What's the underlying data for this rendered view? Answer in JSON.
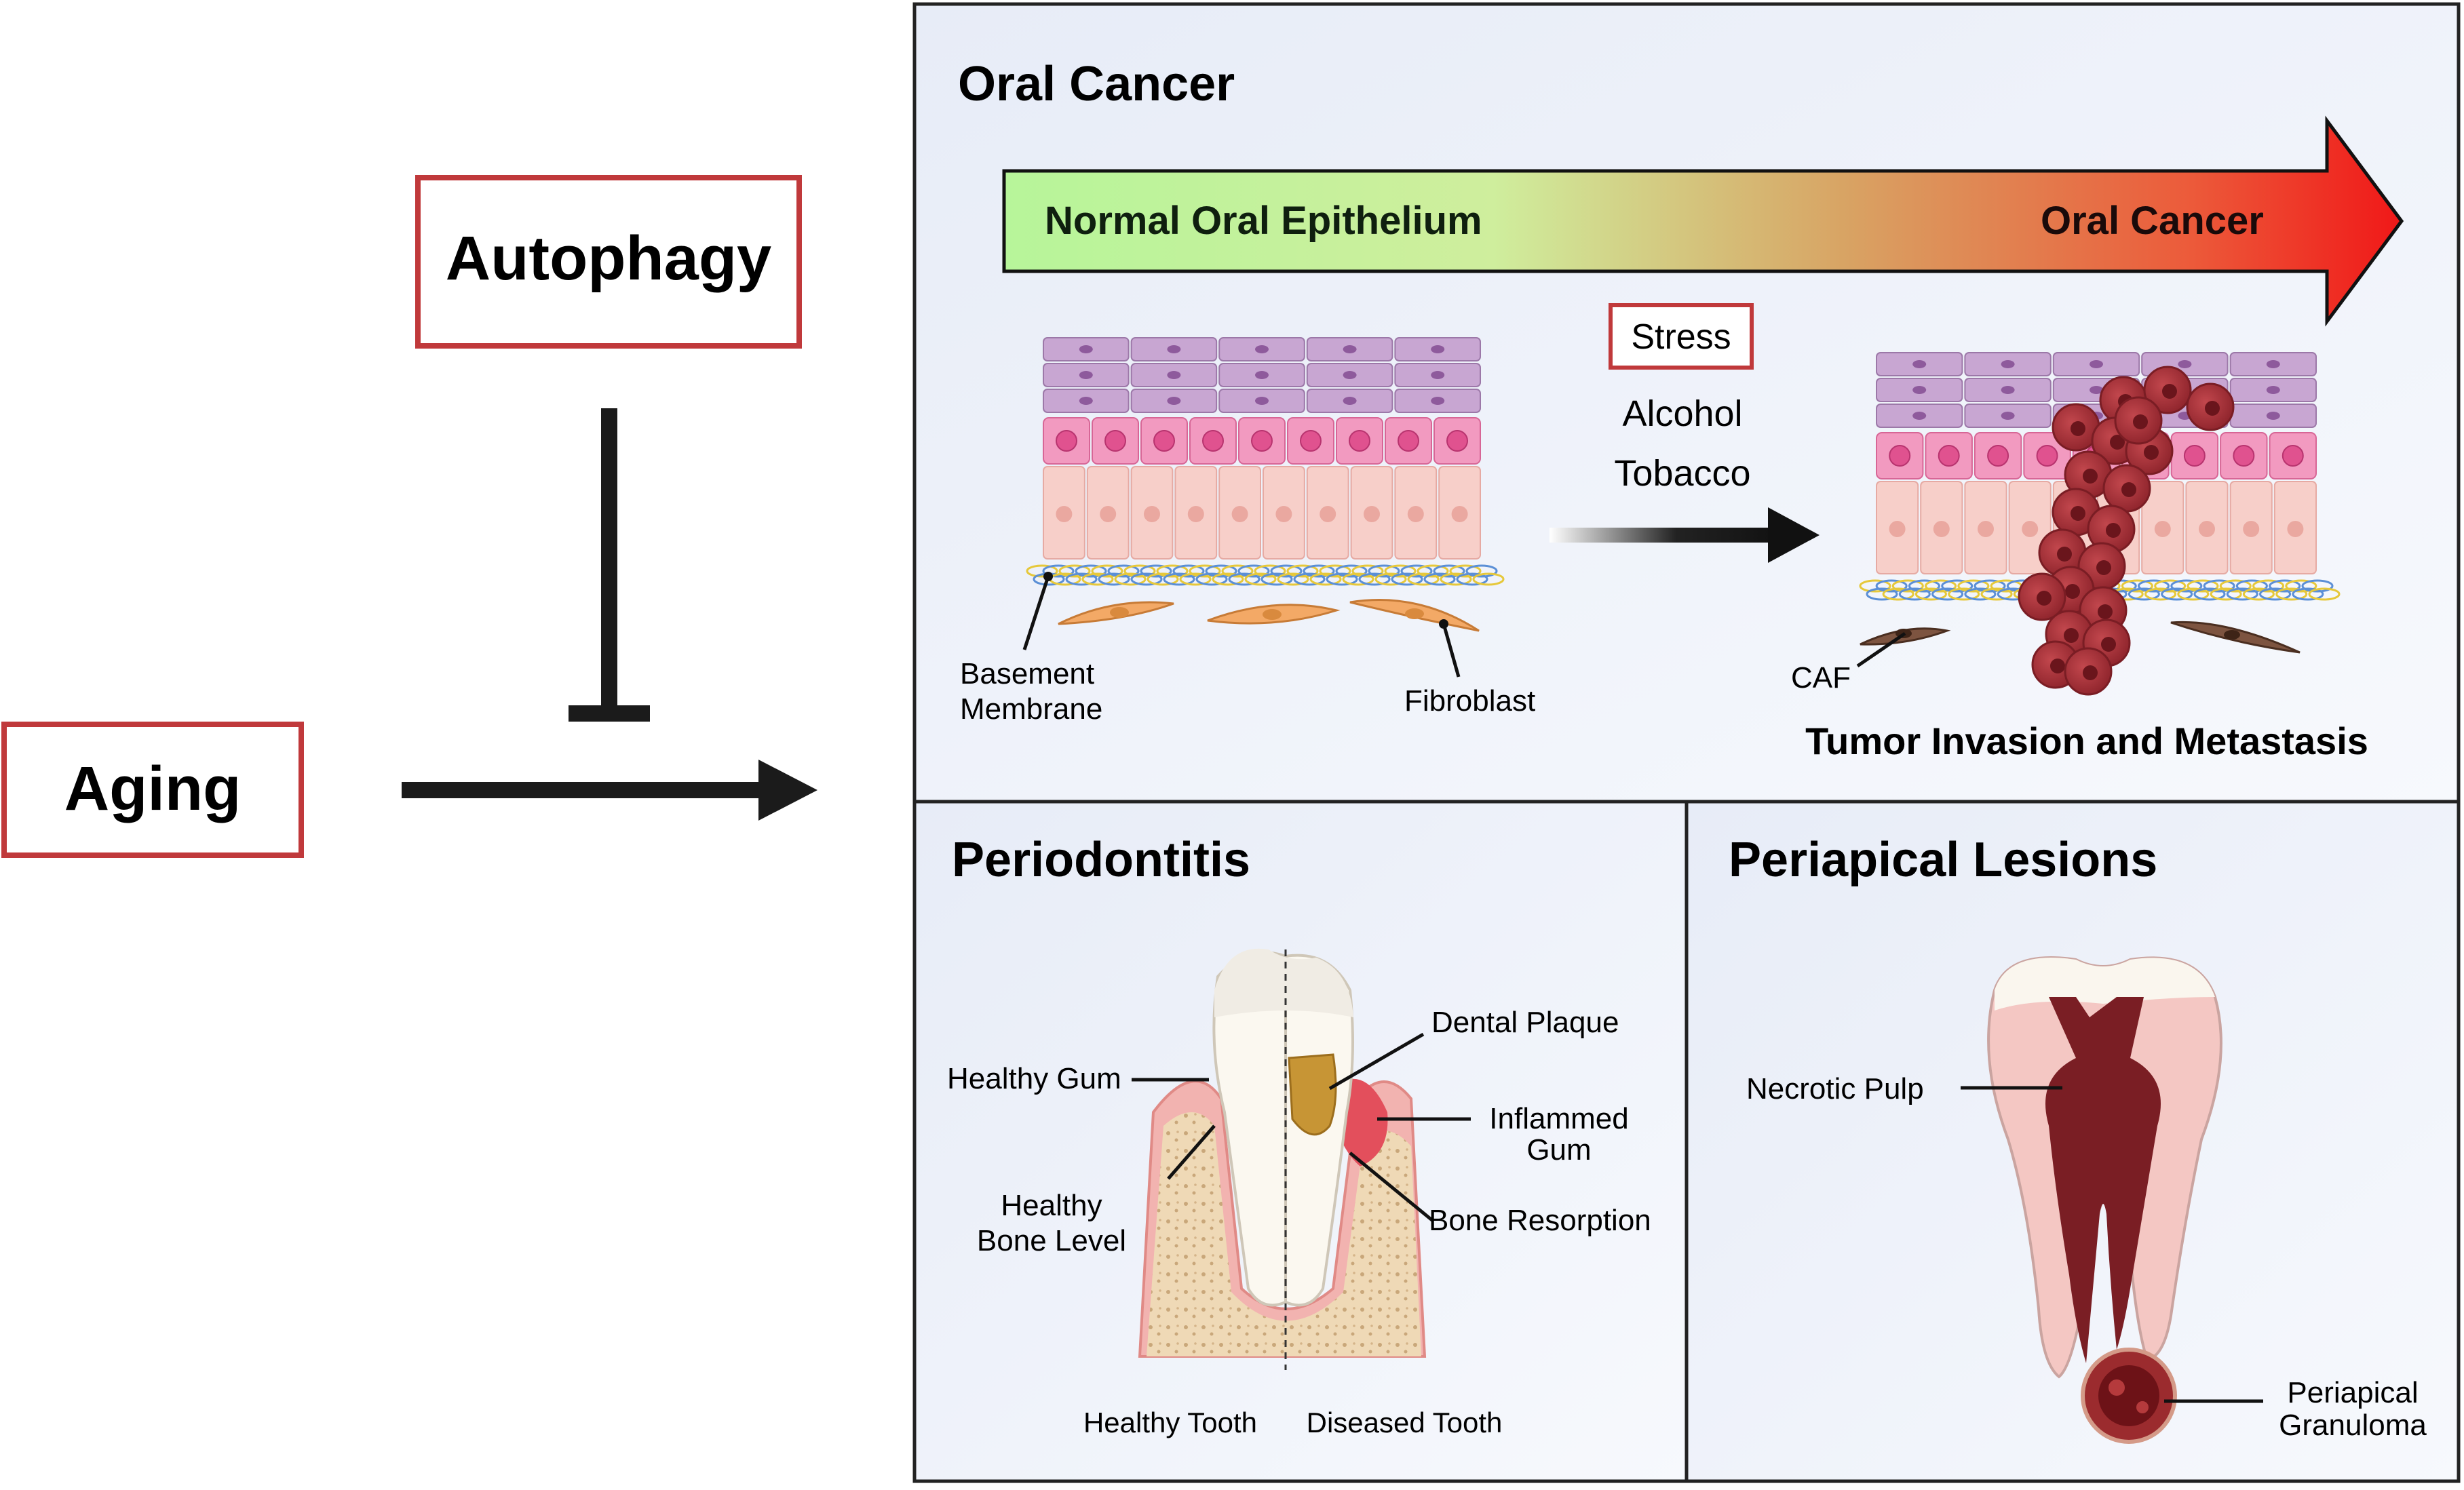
{
  "left": {
    "autophagy": "Autophagy",
    "aging": "Aging"
  },
  "oral_cancer": {
    "title": "Oral Cancer",
    "gradient_start": "Normal Oral Epithelium",
    "gradient_end": "Oral Cancer",
    "stress": "Stress",
    "alcohol": "Alcohol",
    "tobacco": "Tobacco",
    "basement_1": "Basement",
    "basement_2": "Membrane",
    "fibroblast": "Fibroblast",
    "caf": "CAF",
    "tumor": "Tumor Invasion and Metastasis"
  },
  "periodontitis": {
    "title": "Periodontitis",
    "healthy_gum": "Healthy Gum",
    "healthy_bone_1": "Healthy",
    "healthy_bone_2": "Bone Level",
    "dental_plaque": "Dental Plaque",
    "inflamed_1": "Inflammed",
    "inflamed_2": "Gum",
    "bone_resorption": "Bone Resorption",
    "healthy_tooth": "Healthy Tooth",
    "diseased_tooth": "Diseased Tooth"
  },
  "periapical": {
    "title": "Periapical Lesions",
    "necrotic_pulp": "Necrotic Pulp",
    "granuloma_1": "Periapical",
    "granuloma_2": "Granuloma"
  },
  "colors": {
    "box_red": "#c0393b",
    "gradient_green": "#c9f7a8",
    "gradient_red": "#ef2020",
    "panel_bg": "#eef2fa",
    "cell_purple": "#c5a3cf",
    "cell_pink": "#f08fb8",
    "cell_light": "#f6c8c3",
    "tumor": "#a8323a"
  }
}
